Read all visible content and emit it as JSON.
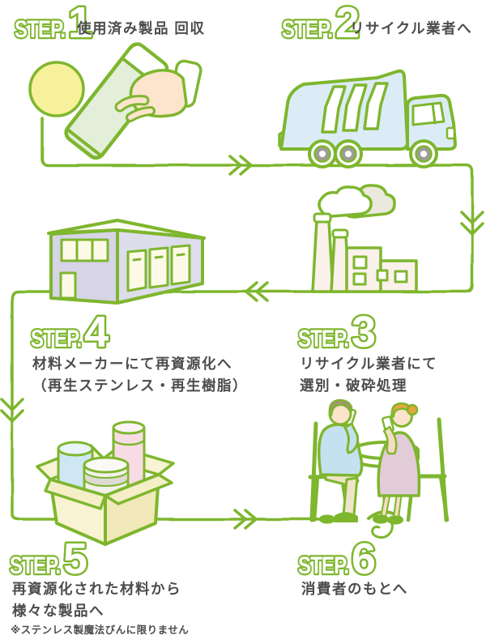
{
  "palette": {
    "green": "#7eb62e",
    "text_dark": "#4c4c4c",
    "yellow_circle": "#f6f19a",
    "bottle_green": "#e4efda",
    "skin": "#fbe3cc",
    "truck_blue": "#dcecf6",
    "wheel_gray": "#9d9d95",
    "factory_cream": "#faf1eb",
    "smoke_beige": "#ebe8dc",
    "warehouse_lavender": "#d6d4e6",
    "window_cream": "#fcfae6",
    "box_cream": "#f8f3d2",
    "cylinder_blue": "#cfe7f3",
    "cylinder_pink": "#f8dbe4",
    "shirt_blue": "#c5e1f0",
    "pants_khaki": "#eee5c8",
    "dress_mauve": "#e2ccd7",
    "hair_orange": "#e6a53e",
    "hair_brown": "#a78f7f"
  },
  "steps": [
    {
      "prefix": "STEP.",
      "number": "1",
      "caption": "使用済み製品 回収"
    },
    {
      "prefix": "STEP.",
      "number": "2",
      "caption": "リサイクル業者へ"
    },
    {
      "prefix": "STEP.",
      "number": "3",
      "caption_lines": [
        "リサイクル業者にて",
        "選別・破砕処理"
      ]
    },
    {
      "prefix": "STEP.",
      "number": "4",
      "caption_lines": [
        "材料メーカーにて再資源化へ",
        "（再生ステンレス・再生樹脂）"
      ]
    },
    {
      "prefix": "STEP.",
      "number": "5",
      "caption_lines": [
        "再資源化された材料から",
        "様々な製品へ"
      ],
      "note": "※ステンレス製魔法びんに限りません"
    },
    {
      "prefix": "STEP.",
      "number": "6",
      "caption": "消費者のもとへ"
    }
  ]
}
